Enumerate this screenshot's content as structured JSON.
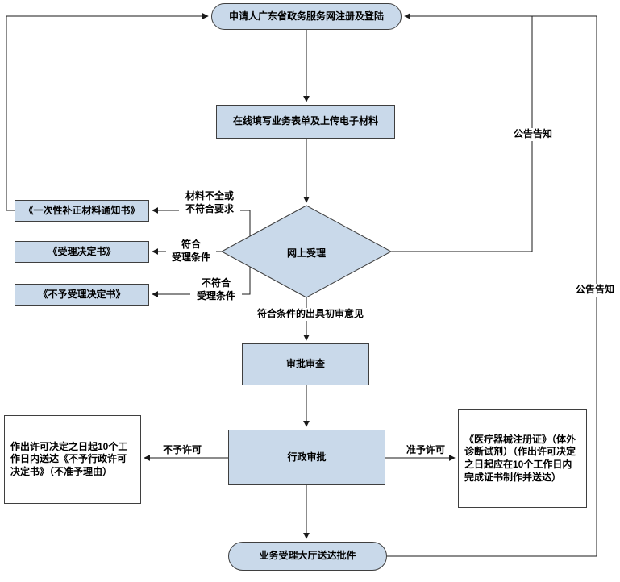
{
  "colors": {
    "node_fill": "#c9d9ea",
    "node_border": "#3f3f3f",
    "line": "#1a1a1a"
  },
  "nodes": {
    "start": "申请人广东省政务服务网注册及登陆",
    "online_form": "在线填写业务表单及上传电子材料",
    "online_acceptance": "网上受理",
    "supplement_notice": "《一次性补正材料通知书》",
    "acceptance_decision": "《受理决定书》",
    "rejection_decision": "《不予受理决定书》",
    "approval_review": "审批审查",
    "admin_approval": "行政审批",
    "deny_result": "作出许可决定之日起10个工作日内送达《不予行政许可决定书》（不准予理由）",
    "grant_result": "《医疗器械注册证》（体外诊断试剂）（作出许可决定之日起应在10个工作日内完成证书制作并送达）",
    "hall_delivery": "业务受理大厅送达批件"
  },
  "edge_labels": {
    "incomplete": "材料不全或\n不符合要求",
    "meets_conditions": "符合\n受理条件",
    "not_meet_conditions": "不符合\n受理条件",
    "initial_opinion": "符合条件的出具初审意见",
    "deny": "不予许可",
    "grant": "准予许可",
    "announce_top": "公告告知",
    "announce_bottom": "公告告知"
  }
}
